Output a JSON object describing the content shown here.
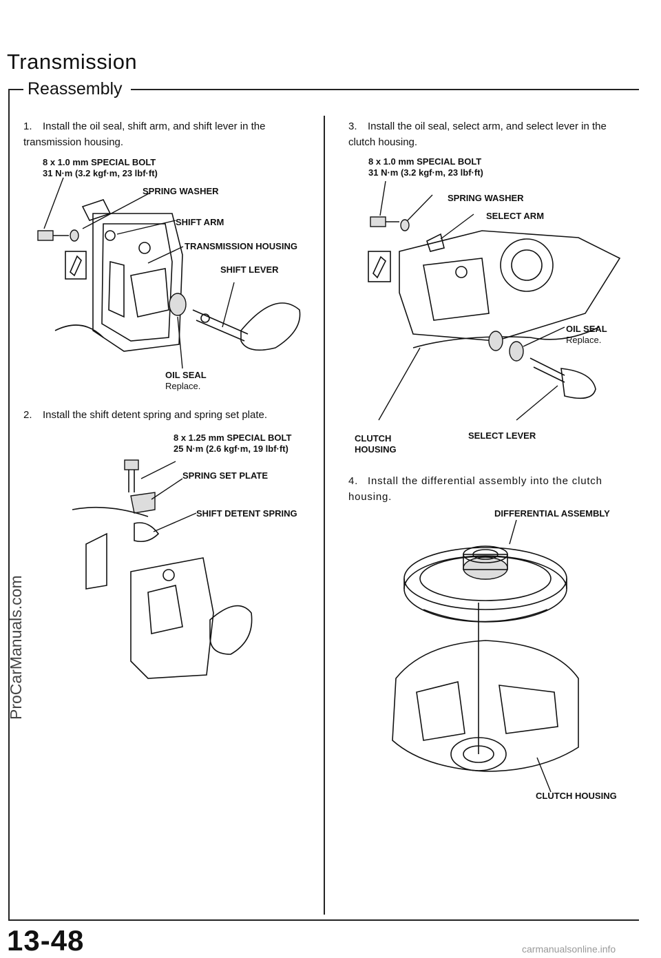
{
  "header": {
    "title": "Transmission",
    "subtitle": "Reassembly"
  },
  "steps": [
    {
      "num": "1.",
      "text": "Install the oil seal, shift arm, and shift lever in the transmission housing."
    },
    {
      "num": "2.",
      "text": "Install the shift detent spring and spring set plate."
    },
    {
      "num": "3.",
      "text": "Install the oil seal, select arm, and select lever in the clutch housing."
    },
    {
      "num": "4.",
      "text": "Install the differential assembly into the clutch housing."
    }
  ],
  "figure1": {
    "bolt_line1": "8 x 1.0 mm SPECIAL BOLT",
    "bolt_line2": "31 N·m (3.2 kgf·m, 23 lbf·ft)",
    "spring_washer": "SPRING WASHER",
    "shift_arm": "SHIFT ARM",
    "transmission_housing": "TRANSMISSION HOUSING",
    "shift_lever": "SHIFT LEVER",
    "oil_seal": "OIL SEAL",
    "oil_seal_note": "Replace."
  },
  "figure2": {
    "bolt_line1": "8 x 1.25 mm SPECIAL BOLT",
    "bolt_line2": "25 N·m (2.6 kgf·m, 19 lbf·ft)",
    "spring_set_plate": "SPRING SET PLATE",
    "shift_detent_spring": "SHIFT DETENT SPRING"
  },
  "figure3": {
    "bolt_line1": "8 x 1.0 mm SPECIAL BOLT",
    "bolt_line2": "31 N·m (3.2 kgf·m, 23 lbf·ft)",
    "spring_washer": "SPRING WASHER",
    "select_arm": "SELECT ARM",
    "oil_seal": "OIL SEAL",
    "oil_seal_note": "Replace.",
    "clutch_housing_line1": "CLUTCH",
    "clutch_housing_line2": "HOUSING",
    "select_lever": "SELECT LEVER"
  },
  "figure4": {
    "differential_assembly": "DIFFERENTIAL ASSEMBLY",
    "clutch_housing": "CLUTCH HOUSING"
  },
  "footer": {
    "page_number": "13-48",
    "site": "carmanualsonline.info",
    "watermark": "ProCarManuals.com"
  }
}
